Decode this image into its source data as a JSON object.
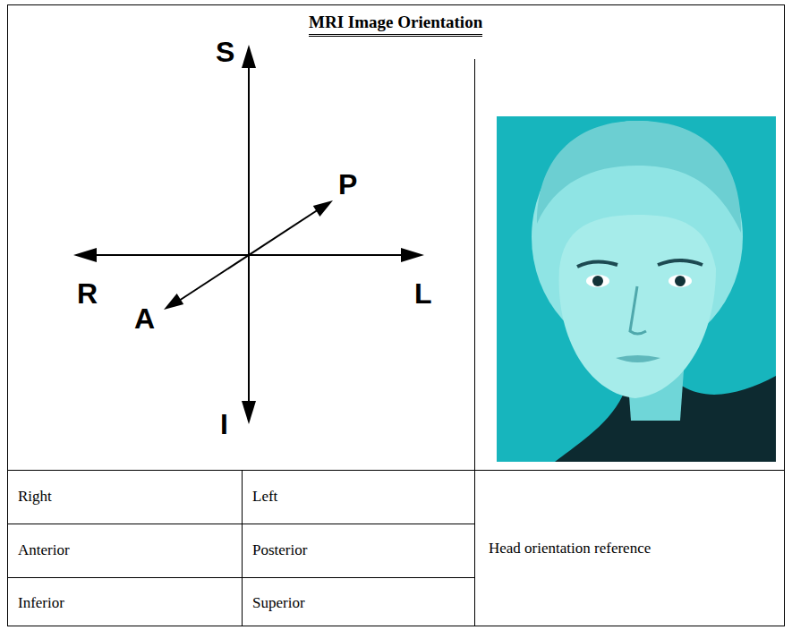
{
  "diagram": {
    "title": "MRI Image Orientation",
    "labels": [
      "S",
      "P",
      "R",
      "A",
      "L",
      "I",
      "Right",
      "Left",
      "Anterior",
      "Posterior",
      "Inferior",
      "Superior",
      "Head orientation reference"
    ]
  }
}
